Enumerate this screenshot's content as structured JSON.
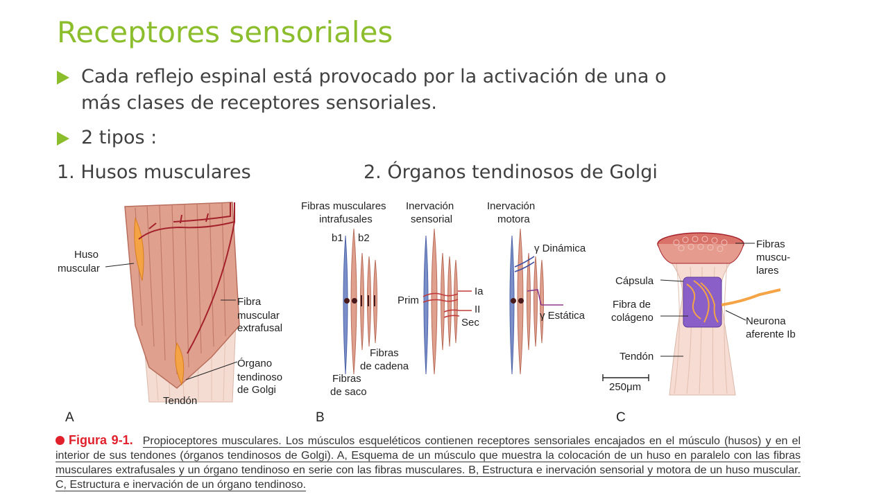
{
  "slide": {
    "title": "Receptores sensoriales",
    "bullets": [
      "Cada reflejo espinal está provocado por la activación de una o más clases de receptores sensoriales.",
      "2 tipos :"
    ],
    "items": [
      "1. Husos musculares",
      "2.  Órganos tendinosos de Golgi"
    ]
  },
  "figure": {
    "panel_a": {
      "letter": "A",
      "labels": {
        "huso1": "Huso",
        "huso2": "muscular",
        "fibra1": "Fibra",
        "fibra2": "muscular",
        "fibra3": "extrafusal",
        "organo1": "Órgano",
        "organo2": "tendinoso",
        "organo3": "de Golgi",
        "tendon": "Tendón"
      }
    },
    "panel_b": {
      "letter": "B",
      "labels": {
        "fibras_intra1": "Fibras musculares",
        "fibras_intra2": "intrafusales",
        "b1": "b1",
        "b2": "b2",
        "inerv_sens1": "Inervación",
        "inerv_sens2": "sensorial",
        "inerv_mot1": "Inervación",
        "inerv_mot2": "motora",
        "prim": "Prim",
        "ia": "Ia",
        "ii": "II",
        "sec": "Sec",
        "fibras_cadena1": "Fibras",
        "fibras_cadena2": "de cadena",
        "fibras_saco1": "Fibras",
        "fibras_saco2": "de saco",
        "gamma_din": "γ Dinámica",
        "gamma_est": "γ Estática"
      }
    },
    "panel_c": {
      "letter": "C",
      "labels": {
        "fibras1": "Fibras",
        "fibras2": "muscu-",
        "fibras3": "lares",
        "capsula": "Cápsula",
        "colageno1": "Fibra de",
        "colageno2": "colágeno",
        "neurona1": "Neurona",
        "neurona2": "aferente Ib",
        "tendon": "Tendón",
        "scale": "250μm"
      }
    },
    "colors": {
      "muscle": "#e0a08e",
      "nerve": "#a3212b",
      "organ": "#f5a445",
      "bag": "#7a8fc9",
      "accent": "#8cbd2c"
    }
  },
  "caption": {
    "figure_label": "Figura 9-1.",
    "text": "Propioceptores musculares. Los músculos esqueléticos contienen receptores sensoriales encajados en el músculo (husos) y en el interior de sus tendones (órganos tendinosos de Golgi). A, Esquema de un músculo que muestra la colocación de un huso en paralelo con las fibras musculares extrafusales y un órgano tendinoso en serie con las fibras musculares. B, Estructura e inervación sensorial y motora de un huso muscular. C, Estructura e inervación de un órgano tendinoso."
  }
}
